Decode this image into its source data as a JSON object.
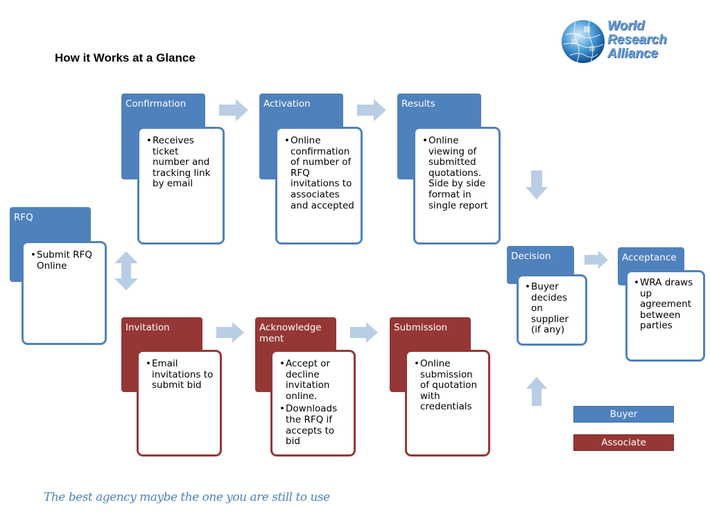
{
  "page": {
    "title": "How it Works at a Glance",
    "tagline": "The best agency maybe the one you are still to use"
  },
  "logo": {
    "lines": [
      "World",
      "Research",
      "Alliance"
    ]
  },
  "colors": {
    "buyer": "#4f81bd",
    "associate": "#953735",
    "arrow": "#b9cde5"
  },
  "steps": {
    "rfq": {
      "title": "RFQ",
      "bullets": [
        "Submit RFQ Online"
      ]
    },
    "confirmation": {
      "title": "Confirmation",
      "bullets": [
        "Receives ticket number and tracking link by email"
      ]
    },
    "activation": {
      "title": "Activation",
      "bullets": [
        "Online confirmation of number of RFQ invitations to associates and accepted"
      ]
    },
    "results": {
      "title": "Results",
      "bullets": [
        "Online viewing of submitted quotations. Side by side format in single report"
      ]
    },
    "decision": {
      "title": "Decision",
      "bullets": [
        "Buyer decides on supplier (if any)"
      ]
    },
    "acceptance": {
      "title": "Acceptance",
      "bullets": [
        "WRA draws up agreement between parties"
      ]
    },
    "invitation": {
      "title": "Invitation",
      "bullets": [
        "Email invitations to submit bid"
      ]
    },
    "acknowledgement": {
      "title": "Acknowledge ment",
      "bullets": [
        "Accept or decline invitation online.",
        "Downloads the RFQ if accepts to bid"
      ]
    },
    "submission": {
      "title": "Submission",
      "bullets": [
        "Online submission of quotation with credentials"
      ]
    }
  },
  "legend": {
    "buyer": "Buyer",
    "associate": "Associate"
  }
}
